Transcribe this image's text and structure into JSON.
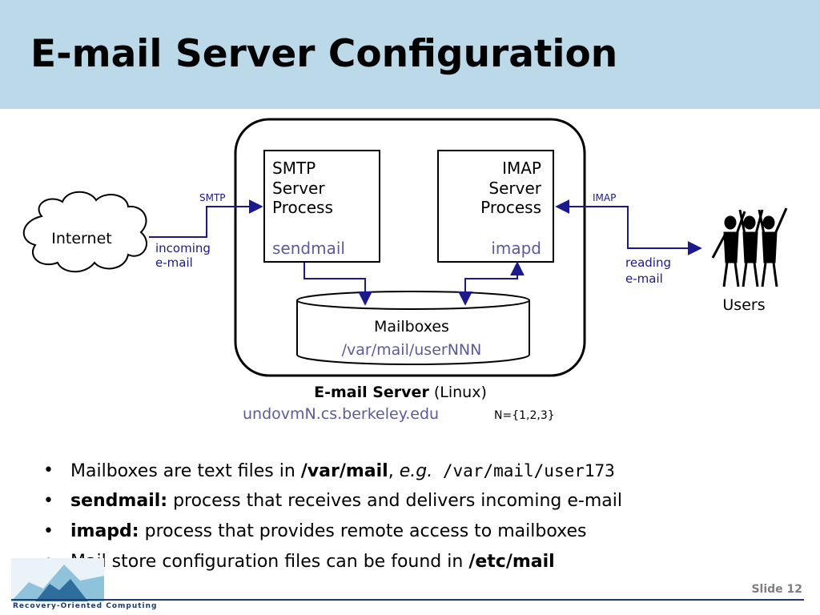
{
  "slide": {
    "title": "E-mail Server Configuration",
    "number_label": "Slide 12"
  },
  "diagram": {
    "smtp_box": {
      "line1": "SMTP",
      "line2": "Server",
      "line3": "Process",
      "program": "sendmail"
    },
    "imap_box": {
      "line1": "IMAP",
      "line2": "Server",
      "line3": "Process",
      "program": "imapd"
    },
    "mailboxes": {
      "label": "Mailboxes",
      "path": "/var/mail/userNNN"
    },
    "internet_label": "Internet",
    "smtp_arrow_label": "SMTP",
    "incoming_label_1": "incoming",
    "incoming_label_2": "e-mail",
    "imap_arrow_label": "IMAP",
    "reading_label_1": "reading",
    "reading_label_2": "e-mail",
    "users_label": "Users",
    "server_caption_bold": "E-mail Server",
    "server_caption_rest": " (Linux)",
    "hostname": "undovmN.cs.berkeley.edu",
    "n_set": "N={1,2,3}"
  },
  "bullets": [
    {
      "prefix": "Mailboxes are text files in ",
      "bold": "/var/mail",
      "mid": ", ",
      "italic": "e.g.",
      "code": " /var/mail/user173"
    },
    {
      "bold": "sendmail:",
      "text": " process that receives and delivers incoming e-mail"
    },
    {
      "bold": "imapd:",
      "text": " process that provides remote access to mailboxes"
    },
    {
      "text": "Mail store configuration files can be found in ",
      "bold": "/etc/mail"
    }
  ],
  "footer": {
    "logo_text": "Recovery-Oriented Computing"
  },
  "colors": {
    "header_bg": "#bcd9ea",
    "accent_blue": "#1a1a8c",
    "program_text": "#5b5b9a",
    "footer_rule": "#1f3a6e"
  }
}
